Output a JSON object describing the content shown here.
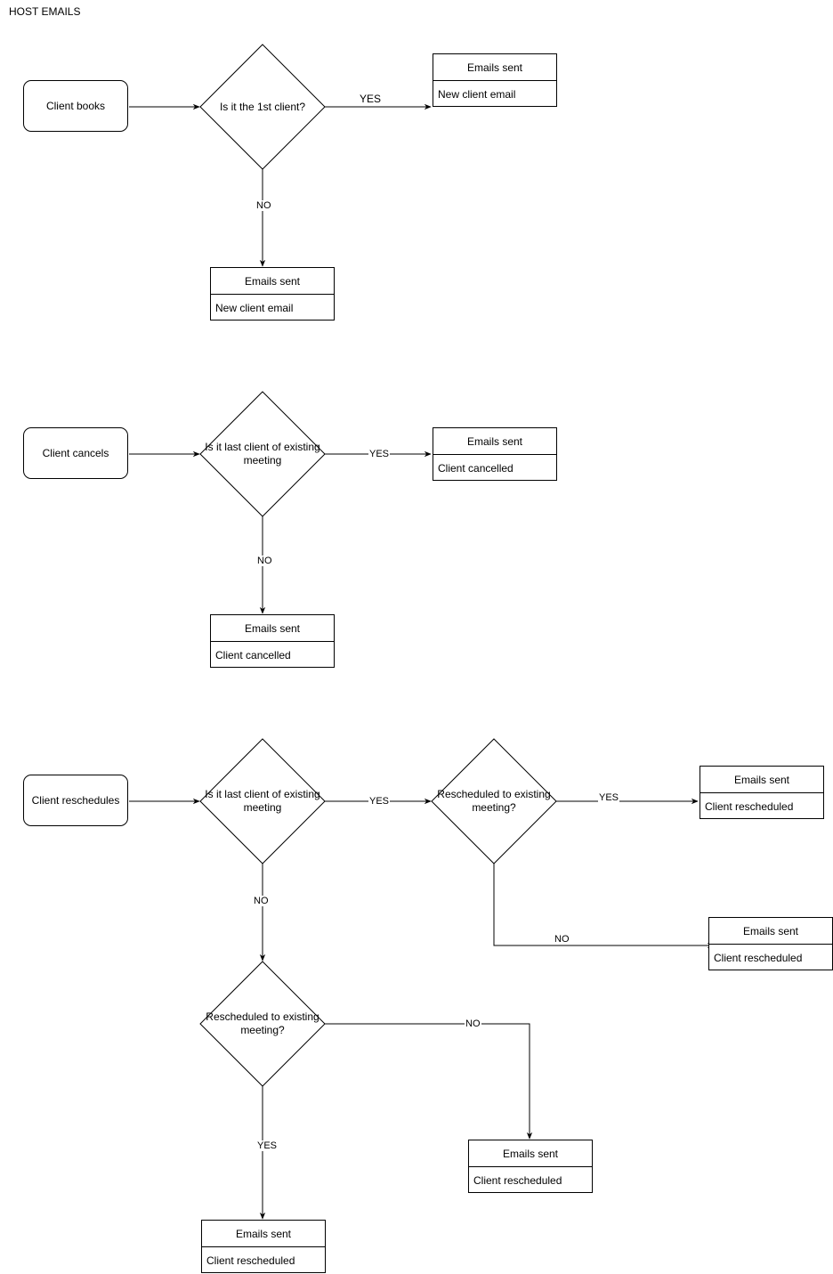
{
  "title": "HOST EMAILS",
  "flows": {
    "books": {
      "start": "Client books",
      "decision": "Is it the 1st client?",
      "yes_label": "YES",
      "no_label": "NO",
      "yes_box": {
        "header": "Emails sent",
        "item": "New client email"
      },
      "no_box": {
        "header": "Emails sent",
        "item": "New client email"
      }
    },
    "cancels": {
      "start": "Client cancels",
      "decision": "Is it last client of existing meeting",
      "yes_label": "YES",
      "no_label": "NO",
      "yes_box": {
        "header": "Emails sent",
        "item": "Client cancelled"
      },
      "no_box": {
        "header": "Emails sent",
        "item": "Client cancelled"
      }
    },
    "reschedules": {
      "start": "Client reschedules",
      "decision": "Is it last client of existing meeting",
      "yes_label": "YES",
      "no_label": "NO",
      "yes_branch": {
        "decision": "Rescheduled to existing meeting?",
        "yes_label": "YES",
        "no_label": "NO",
        "yes_box": {
          "header": "Emails sent",
          "item": "Client rescheduled"
        },
        "no_box": {
          "header": "Emails sent",
          "item": "Client rescheduled"
        }
      },
      "no_branch": {
        "decision": "Rescheduled to existing meeting?",
        "yes_label": "YES",
        "no_label": "NO",
        "yes_box": {
          "header": "Emails sent",
          "item": "Client rescheduled"
        },
        "no_box": {
          "header": "Emails sent",
          "item": "Client rescheduled"
        }
      }
    }
  }
}
